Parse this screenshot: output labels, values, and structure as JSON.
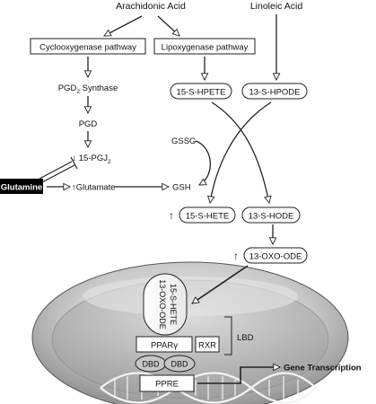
{
  "nodes": {
    "arachidonic_acid": "Arachidonic Acid",
    "linoleic_acid": "Linoleic Acid",
    "cyclooxygenase_pathway": "Cyclooxygenase pathway",
    "lipoxygenase_pathway": "Lipoxygenase pathway",
    "pgd2_synthase_prefix": "PGD",
    "pgd2_synthase_sub": "2",
    "pgd2_synthase_suffix": " Synthase",
    "pgd": "PGD",
    "pgj2_prefix": "↓ 15-PGJ",
    "pgj2_sub": "2",
    "hpete": "15-S-HPETE",
    "hpode": "13-S-HPODE",
    "gssg": "GSSG",
    "glutamine": "Glutamine",
    "glutamate": "↑Glutamate",
    "gsh": "GSH",
    "hete": "15-S-HETE",
    "hode": "13-S-HODE",
    "oxo_ode": "13-OXO-ODE",
    "up_arrow_hete": "↑",
    "up_arrow_oxo": "↑",
    "ligand_oxo": "13-OXO-ODE",
    "ligand_hete": "15-S-HETE",
    "ppar_gamma": "PPARγ",
    "rxr": "RXR",
    "lbd": "LBD",
    "dbd_left": "DBD",
    "dbd_right": "DBD",
    "ppre": "PPRE",
    "gene_transcription": "Gene Transcription"
  }
}
